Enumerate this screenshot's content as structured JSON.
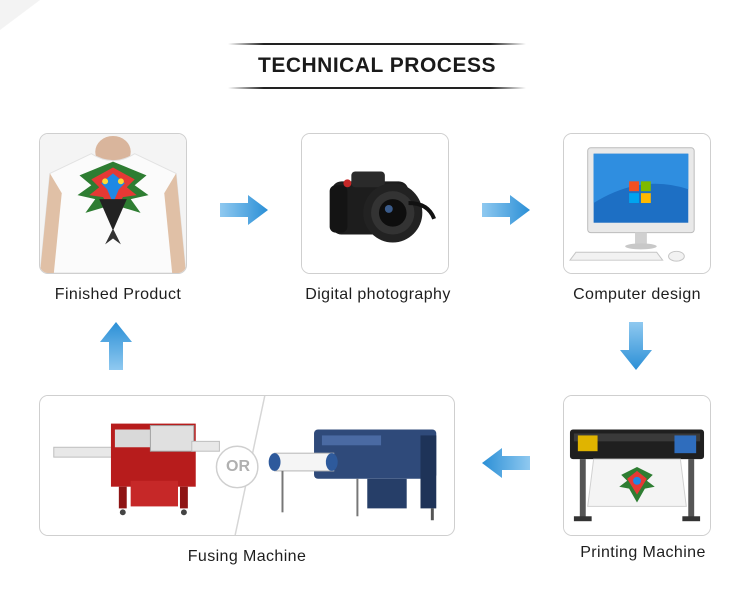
{
  "header": {
    "title": "TECHNICAL PROCESS"
  },
  "steps": {
    "finished_product": "Finished Product",
    "digital_photography": "Digital photography",
    "computer_design": "Computer design",
    "printing_machine": "Printing Machine",
    "fusing_machine": "Fusing Machine"
  },
  "fusing": {
    "or_label": "OR"
  },
  "colors": {
    "arrow": "#2b8fd6",
    "border": "#cfcfcf",
    "text": "#1e1e1e"
  },
  "icons": [
    "tshirt-photo",
    "camera-photo",
    "computer-photo",
    "printer-photo",
    "fusing-press-photo",
    "rotary-fusing-photo"
  ]
}
